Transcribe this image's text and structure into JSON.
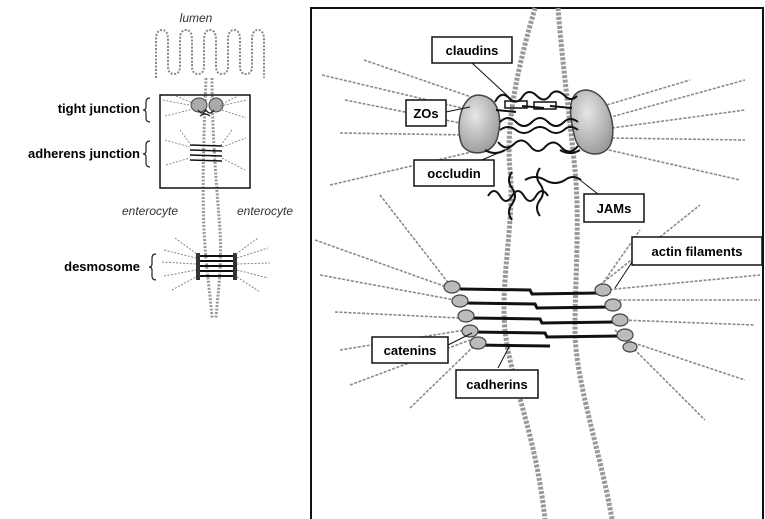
{
  "overview": {
    "lumen": "lumen",
    "tight_junction": "tight junction",
    "adherens_junction": "adherens junction",
    "enterocyte_left": "enterocyte",
    "enterocyte_right": "enterocyte",
    "desmosome": "desmosome"
  },
  "detail": {
    "claudins": "claudins",
    "zos": "ZOs",
    "occludin": "occludin",
    "jams": "JAMs",
    "actin_filaments": "actin filaments",
    "catenins": "catenins",
    "cadherins": "cadherins"
  }
}
